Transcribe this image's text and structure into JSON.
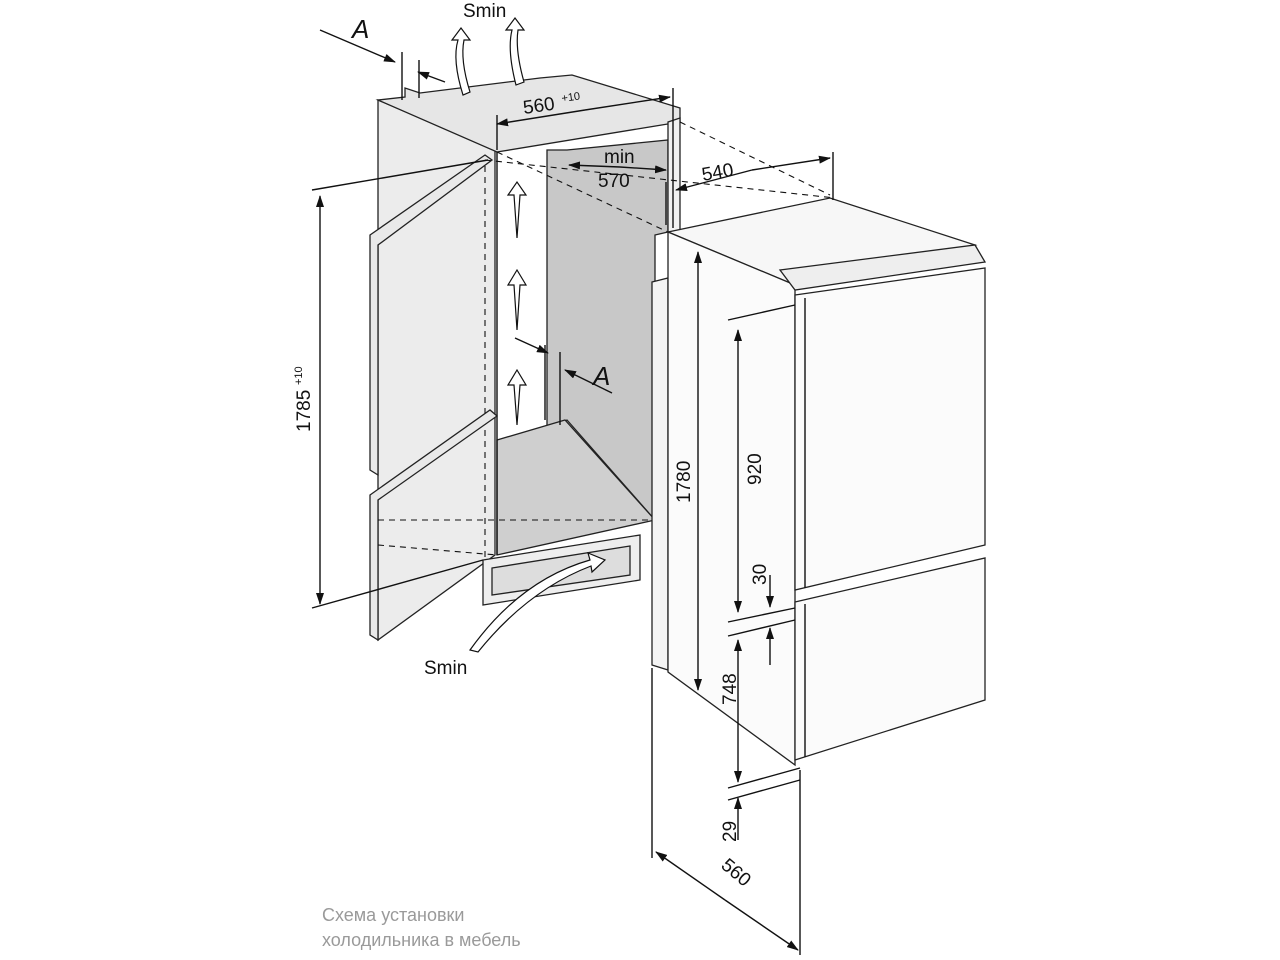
{
  "labels": {
    "a_top": "A",
    "a_mid": "A",
    "smin_top": "Smin",
    "smin_bottom": "Smin",
    "niche_width": "560",
    "niche_width_tol": "+10",
    "niche_depth_min": "min",
    "niche_depth": "570",
    "fridge_depth": "540",
    "niche_height": "1785",
    "niche_height_tol": "+10",
    "fridge_height": "1780",
    "upper_door": "920",
    "door_gap": "30",
    "lower_door": "748",
    "bottom_gap": "29",
    "fridge_width": "560"
  },
  "caption": {
    "line1": "Схема установки",
    "line2": "холодильника в мебель"
  },
  "colors": {
    "panel_light": "#e8e8e8",
    "panel_dark": "#c9c9c9",
    "caption": "#9a9a9a"
  }
}
